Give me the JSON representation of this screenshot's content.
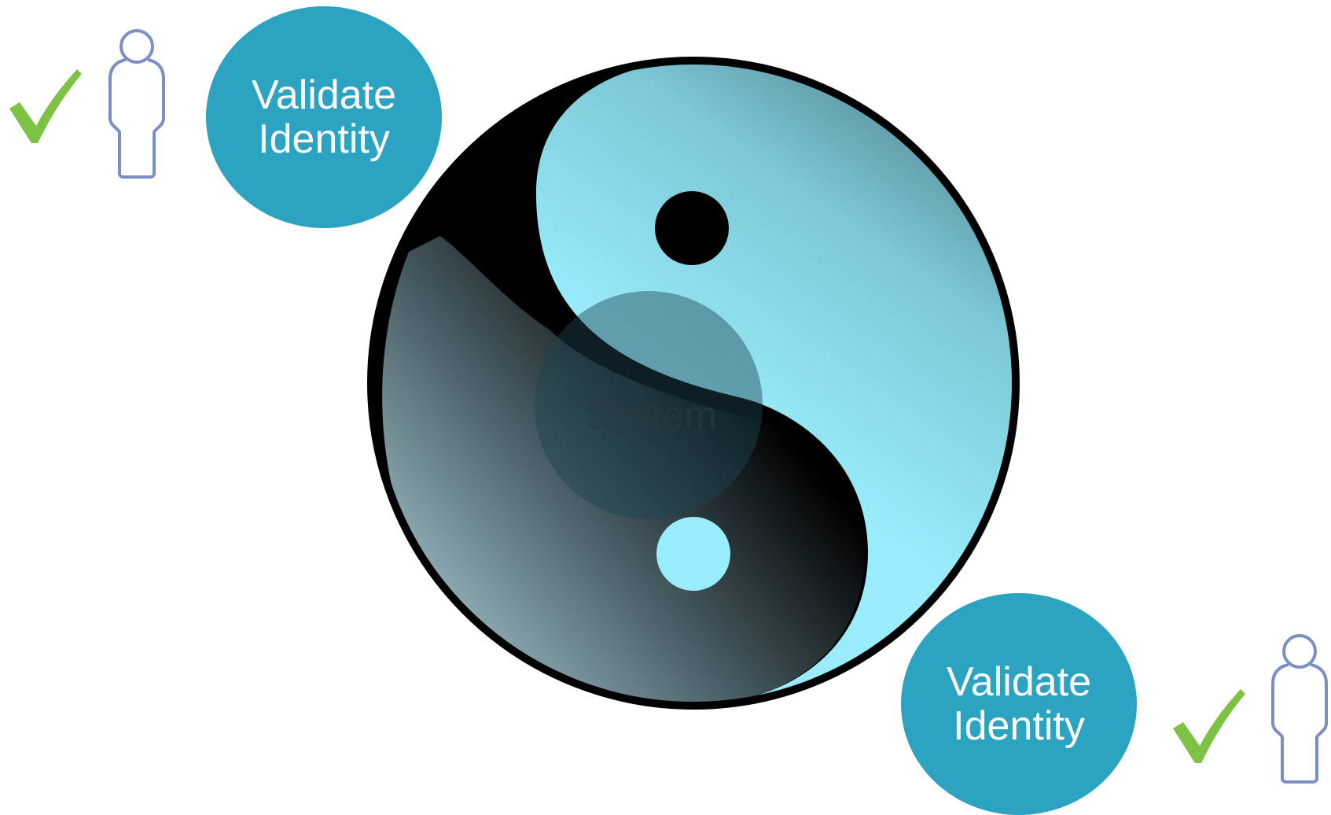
{
  "nodes": [
    {
      "id": "top",
      "line1": "Validate",
      "line2": "Identity"
    },
    {
      "id": "bottom",
      "line1": "Validate",
      "line2": "Identity"
    }
  ],
  "center": {
    "label": "System"
  },
  "colors": {
    "bubble": "#2ba3c1",
    "check": "#7dc242",
    "person_outline": "#7b8fc4",
    "yin_light": "#98ecfb",
    "yin_dark": "#000000"
  },
  "icons": [
    "check-icon",
    "person-icon",
    "yin-yang-icon"
  ]
}
